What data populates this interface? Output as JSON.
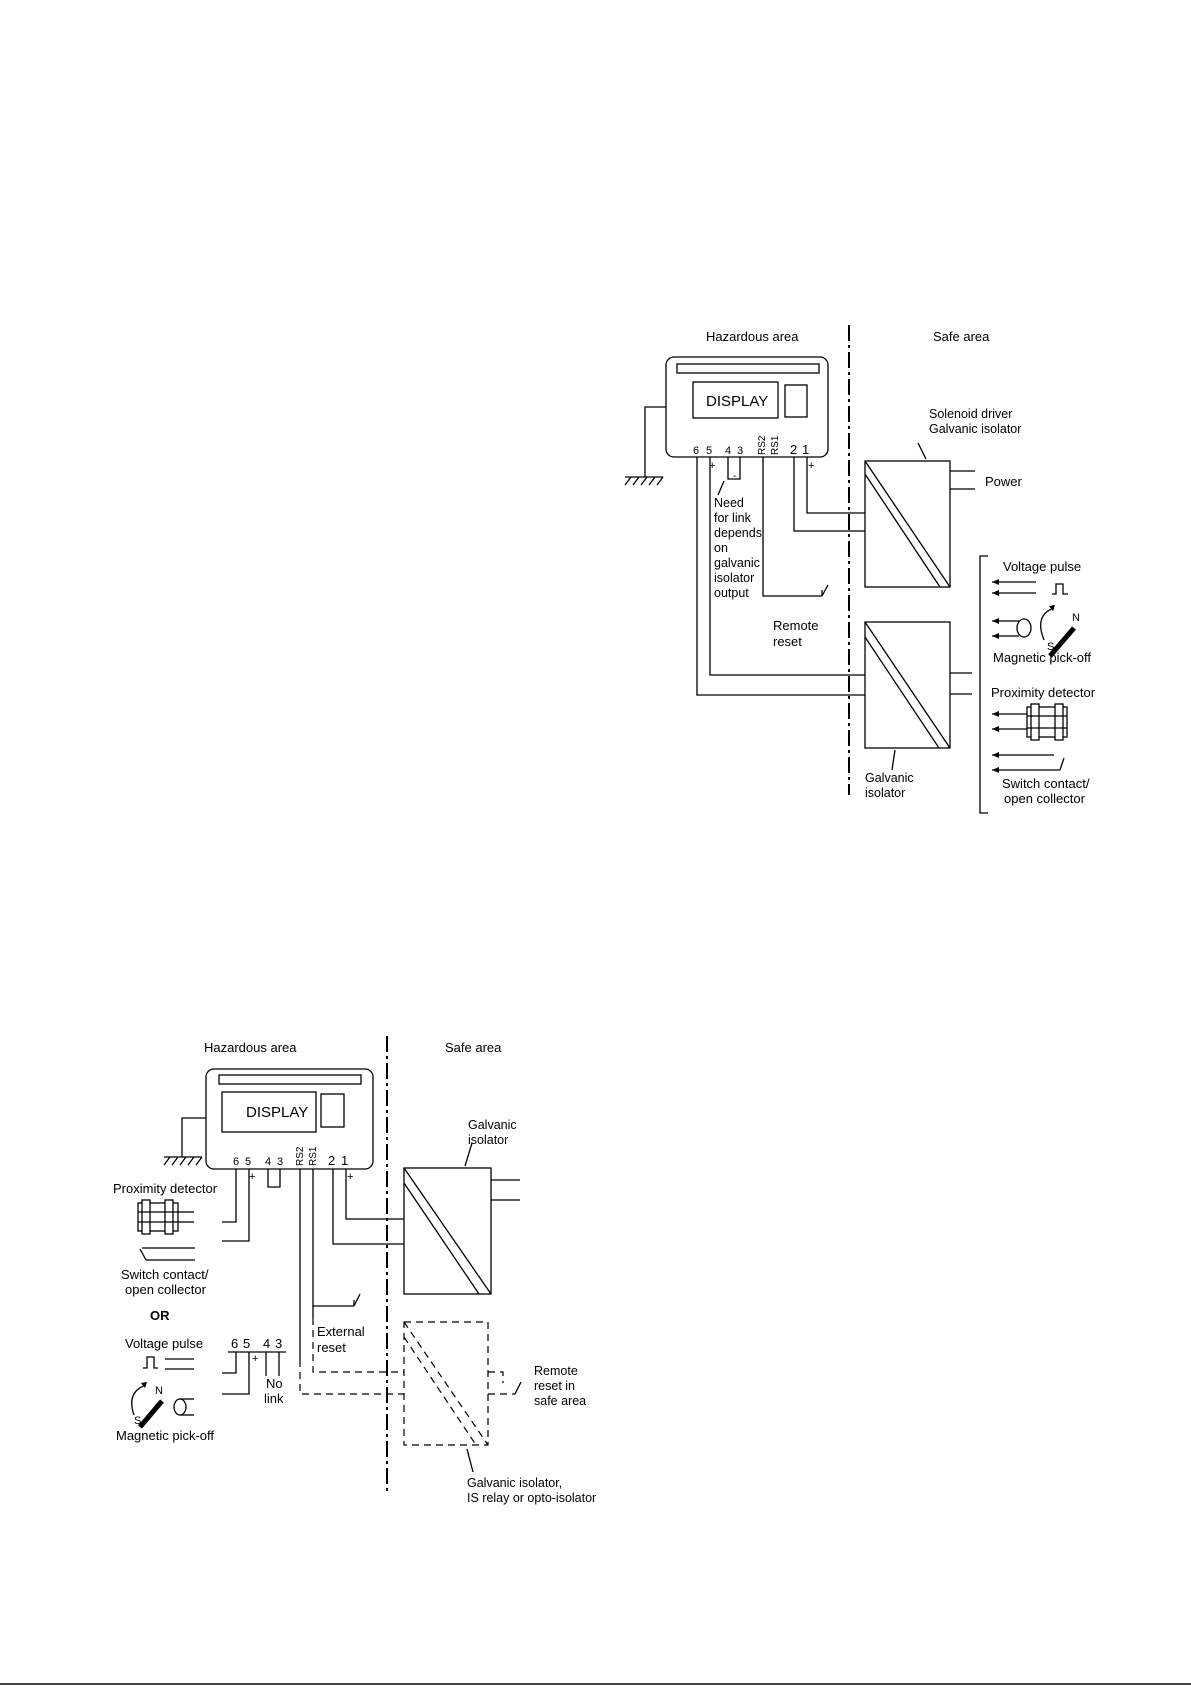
{
  "diagram_a": {
    "hazardous_area": "Hazardous area",
    "safe_area": "Safe area",
    "display": "DISPLAY",
    "terminals": [
      "6",
      "5",
      "4",
      "3",
      "RS2",
      "RS1",
      "2",
      "1"
    ],
    "plus": "+",
    "minus": "-",
    "solenoid_driver": [
      "Solenoid driver",
      "Galvanic isolator"
    ],
    "power": "Power",
    "need_link": [
      "Need",
      "for link",
      "depends",
      "on",
      "galvanic",
      "isolator",
      "output"
    ],
    "remote_reset": [
      "Remote",
      "reset"
    ],
    "galvanic_isolator": [
      "Galvanic",
      "isolator"
    ],
    "voltage_pulse": "Voltage pulse",
    "magnetic_pickoff": "Magnetic pick-off",
    "proximity_detector": "Proximity detector",
    "switch_contact": [
      "Switch contact/",
      "open collector"
    ],
    "magnet_n": "N",
    "magnet_s": "S"
  },
  "diagram_b": {
    "hazardous_area": "Hazardous area",
    "safe_area": "Safe area",
    "display": "DISPLAY",
    "terminals": [
      "6",
      "5",
      "4",
      "3",
      "RS2",
      "RS1",
      "2",
      "1"
    ],
    "plus": "+",
    "galvanic_isolator": [
      "Galvanic",
      "isolator"
    ],
    "proximity_detector": "Proximity detector",
    "switch_contact": [
      "Switch contact/",
      "open collector"
    ],
    "or": "OR",
    "voltage_pulse": "Voltage pulse",
    "terminals_lower": [
      "6",
      "5",
      "4",
      "3"
    ],
    "no_link": [
      "No",
      "link"
    ],
    "external_reset": [
      "External",
      "reset"
    ],
    "magnetic_pickoff": "Magnetic pick-off",
    "remote_reset_safe": [
      "Remote",
      "reset in",
      "safe area"
    ],
    "isolator_options": [
      "Galvanic isolator,",
      "IS relay or opto-isolator"
    ],
    "magnet_n": "N",
    "magnet_s": "S"
  }
}
